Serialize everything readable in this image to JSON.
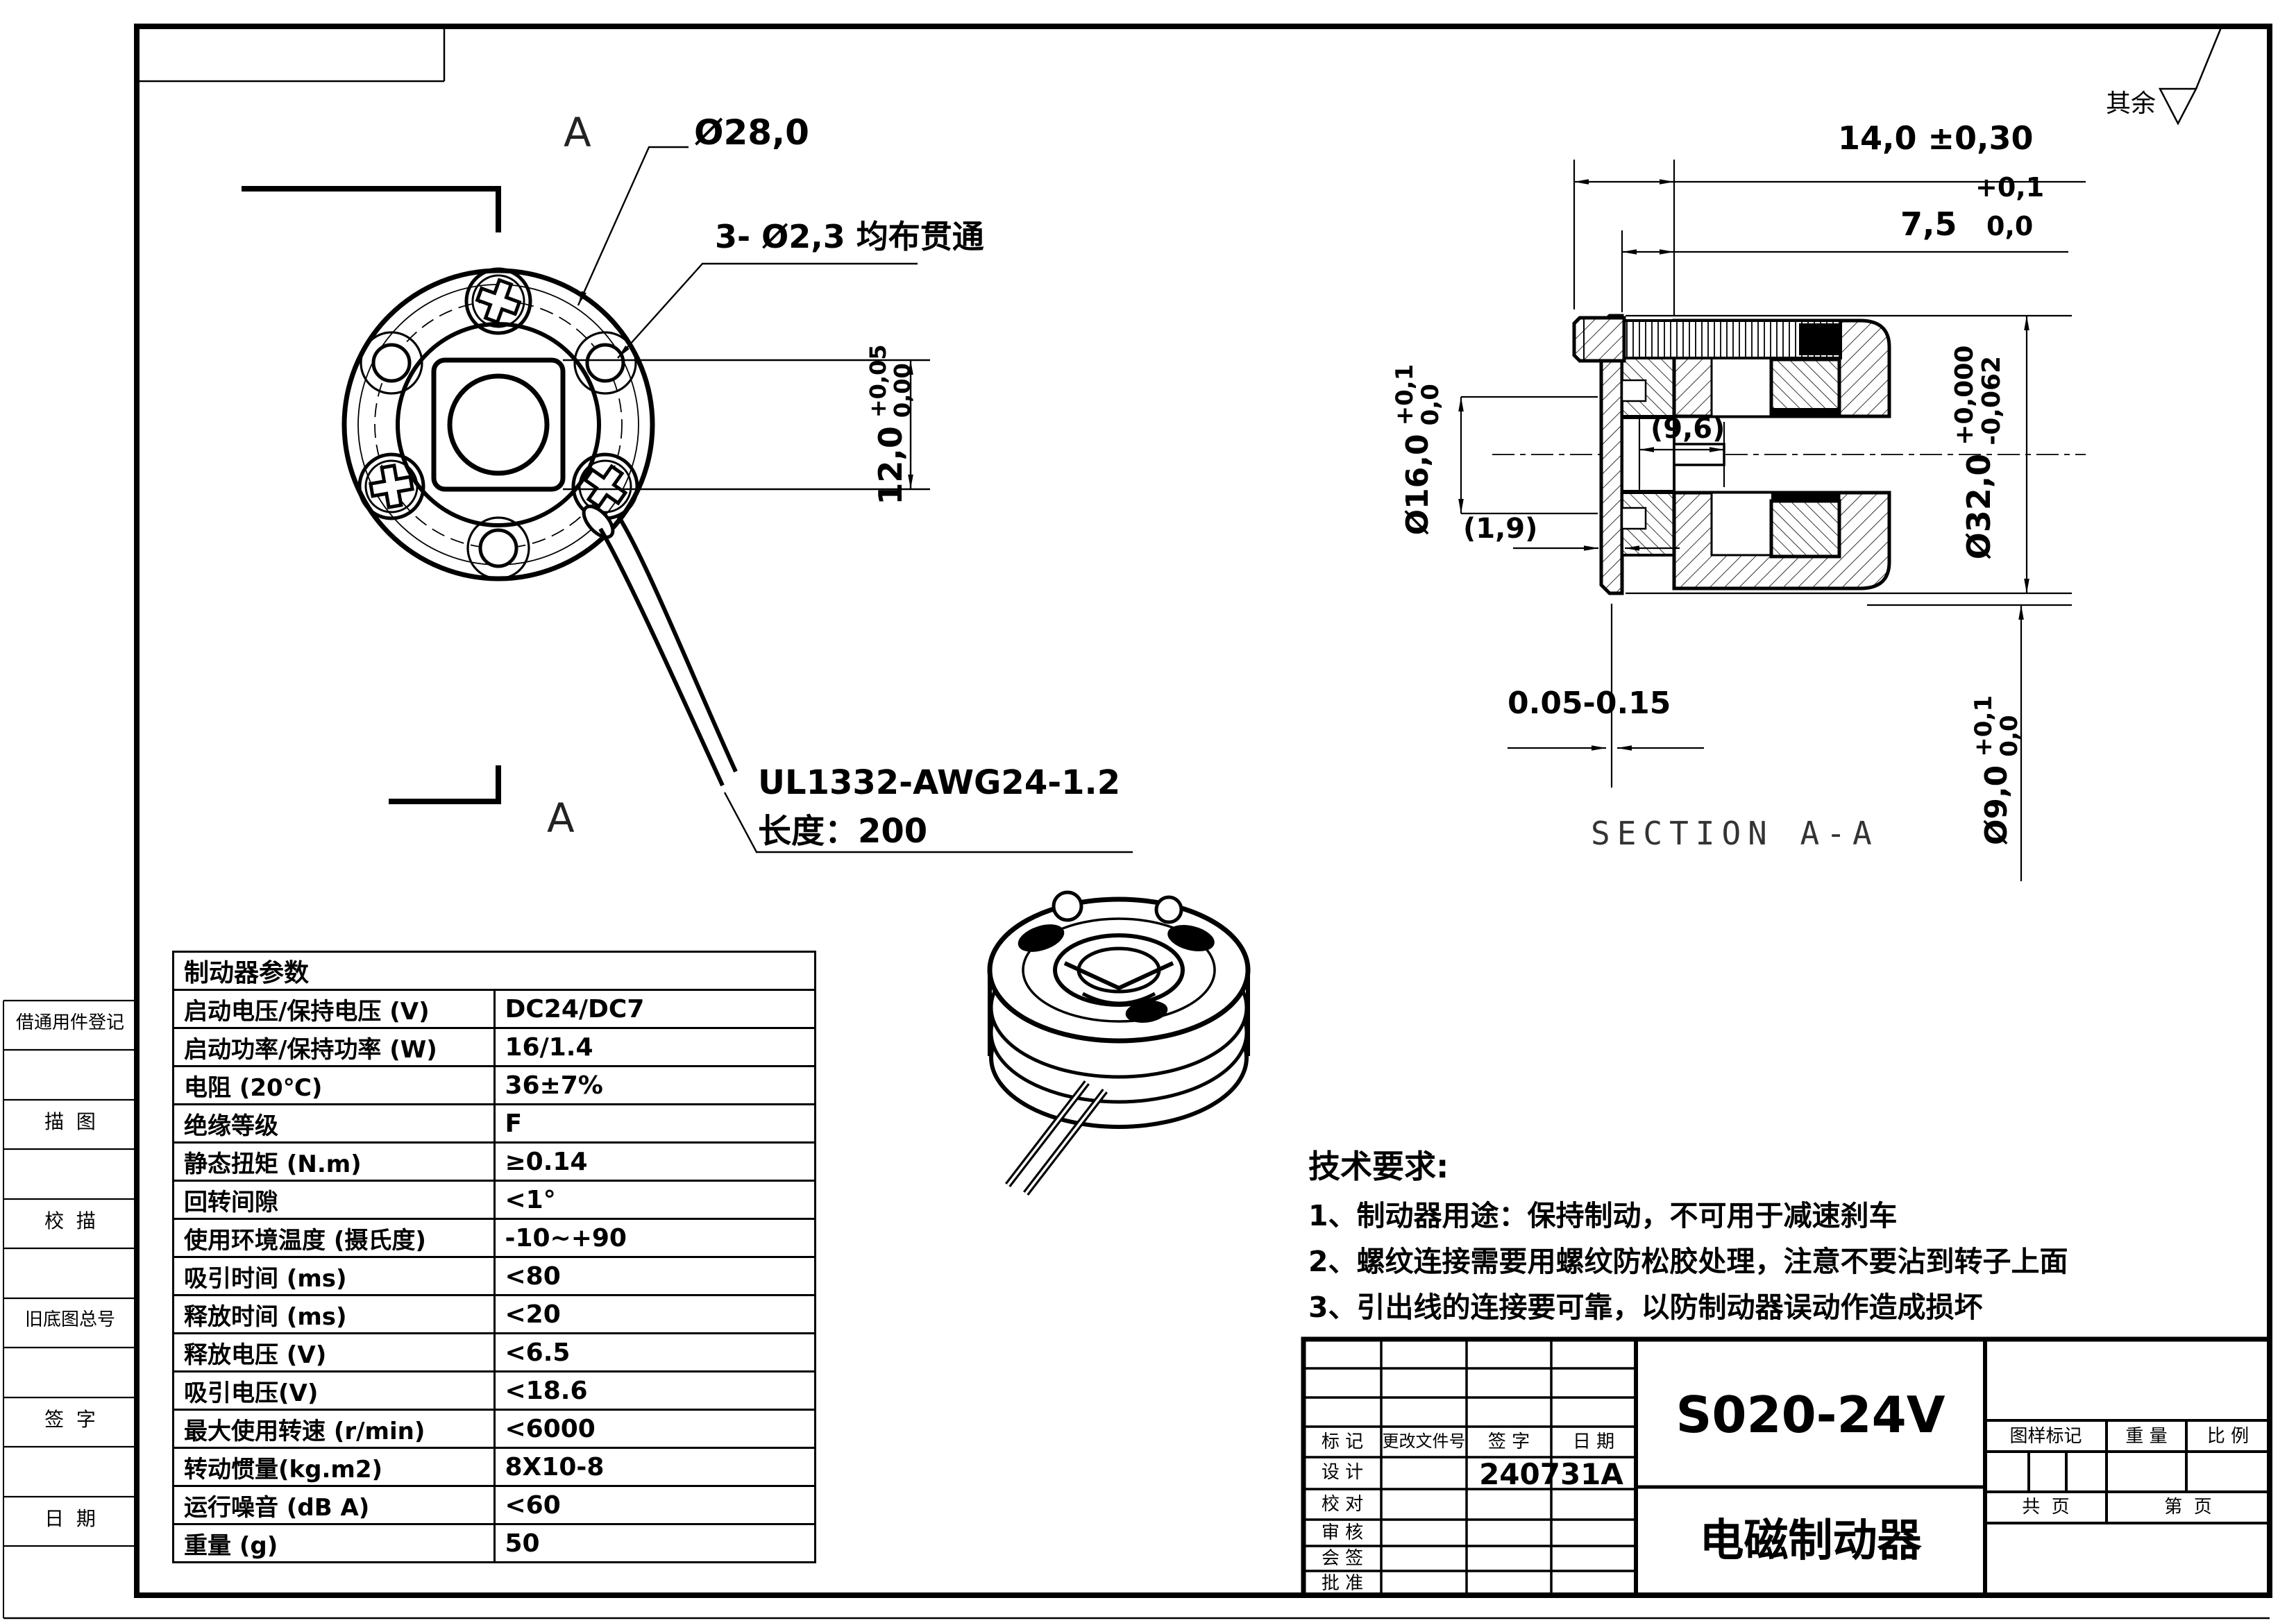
{
  "sheet": {
    "surface_note": "其余",
    "section_arrow_label": "A",
    "section_title": "SECTION A-A"
  },
  "front_view": {
    "dim_outer_dia": "Ø28,0",
    "dim_holes": "3- Ø2,3 均布贯通",
    "dim_square": "12,0",
    "dim_square_tol_up": "+0,05",
    "dim_square_tol_low": "0,00",
    "wire_spec": "UL1332-AWG24-1.2",
    "wire_length": "长度：200"
  },
  "section_view": {
    "dim_len": "14,0 ±0,30",
    "dim_depth": "7,5",
    "dim_depth_tol_up": "+0,1",
    "dim_depth_tol_low": "0,0",
    "dim_d16": "Ø16,0",
    "dim_d16_tol_up": "+0,1",
    "dim_d16_tol_low": "0,0",
    "dim_flange_thk": "(1,9)",
    "dim_hub_len": "(9,6)",
    "dim_d32": "Ø32,0",
    "dim_d32_tol_up": "+0,000",
    "dim_d32_tol_low": "-0,062",
    "dim_air_gap": "0.05-0.15",
    "dim_d9": "Ø9,0",
    "dim_d9_tol_up": "+0,1",
    "dim_d9_tol_low": "0,0"
  },
  "params_table": {
    "title": "制动器参数",
    "rows": [
      {
        "label": "启动电压/保持电压 (V)",
        "value": "DC24/DC7"
      },
      {
        "label": "启动功率/保持功率  (W)",
        "value": "16/1.4"
      },
      {
        "label": "电阻 (20℃)",
        "value": "36±7%"
      },
      {
        "label": "绝缘等级",
        "value": "F"
      },
      {
        "label": "静态扭矩 (N.m)",
        "value": "≥0.14"
      },
      {
        "label": "回转间隙",
        "value": "<1°"
      },
      {
        "label": "使用环境温度 (摄氏度)",
        "value": "-10~+90"
      },
      {
        "label": "吸引时间 (ms)",
        "value": "<80"
      },
      {
        "label": "释放时间 (ms)",
        "value": "<20"
      },
      {
        "label": "释放电压 (V)",
        "value": "<6.5"
      },
      {
        "label": "吸引电压(V)",
        "value": "<18.6"
      },
      {
        "label": "最大使用转速 (r/min)",
        "value": "<6000"
      },
      {
        "label": "转动惯量(kg.m2)",
        "value": "8X10-8"
      },
      {
        "label": "运行噪音 (dB A)",
        "value": "<60"
      },
      {
        "label": "重量 (g)",
        "value": "50"
      }
    ]
  },
  "tech_req": {
    "title": "技术要求:",
    "items": [
      "1、制动器用途：保持制动，不可用于减速刹车",
      "2、螺纹连接需要用螺纹防松胶处理，注意不要沾到转子上面",
      "3、引出线的连接要可靠，以防制动器误动作造成损坏"
    ]
  },
  "title_block": {
    "model": "S020-24V",
    "product": "电磁制动器",
    "col_headers": [
      "标 记",
      "更改文件号",
      "签 字",
      "日 期"
    ],
    "design_label": "设 计",
    "design_value": "240731A",
    "check_label": "校 对",
    "audit_label": "审 核",
    "countersign_label": "会 签",
    "approve_label": "批 准",
    "drawing_mark": "图样标记",
    "weight": "重 量",
    "scale": "比 例",
    "pages_total": "共  页",
    "page_no": "第  页"
  },
  "margin": {
    "labels": [
      "借通用件登记",
      "描  图",
      "校  描",
      "旧底图总号",
      "签  字",
      "日  期"
    ]
  }
}
